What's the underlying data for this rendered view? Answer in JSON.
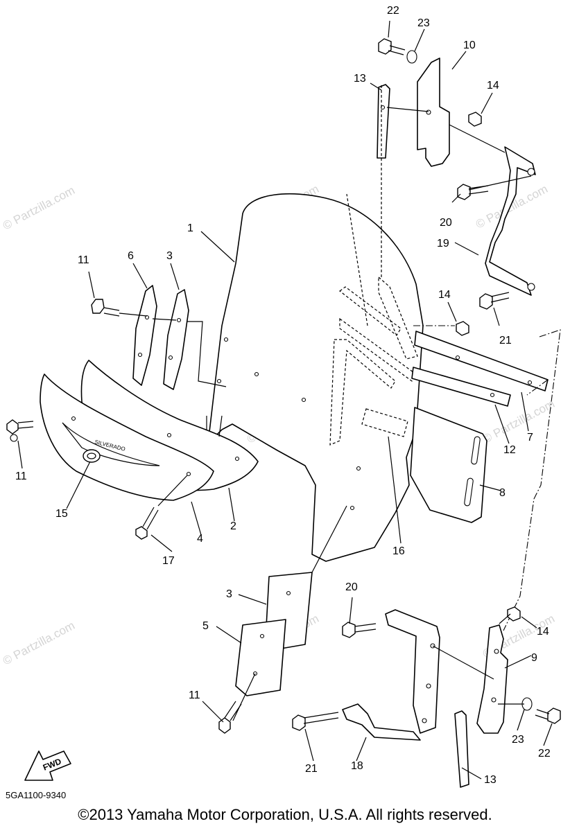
{
  "document_code": "5GA1100-9340",
  "copyright": "©2013 Yamaha Motor Corporation, U.S.A. All rights reserved.",
  "watermark": "© Partzilla.com",
  "fwd_label": "FWD",
  "emblem_text": "SILVERADO",
  "callouts": {
    "c1": "1",
    "c2": "2",
    "c3a": "3",
    "c3b": "3",
    "c4": "4",
    "c5": "5",
    "c6": "6",
    "c7": "7",
    "c8": "8",
    "c9": "9",
    "c10": "10",
    "c11a": "11",
    "c11b": "11",
    "c11c": "11",
    "c12": "12",
    "c13a": "13",
    "c13b": "13",
    "c14a": "14",
    "c14b": "14",
    "c14c": "14",
    "c15": "15",
    "c16": "16",
    "c17": "17",
    "c18": "18",
    "c19": "19",
    "c20a": "20",
    "c20b": "20",
    "c21a": "21",
    "c21b": "21",
    "c22a": "22",
    "c22b": "22",
    "c23a": "23",
    "c23b": "23"
  }
}
